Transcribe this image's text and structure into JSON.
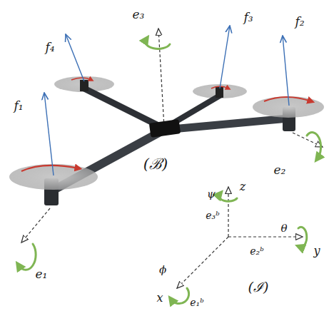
{
  "diagram": {
    "labels": [
      "e₃",
      "f₃",
      "f₄",
      "f₂",
      "f₁",
      "e₂",
      "(ℬ)",
      "e₁",
      "z",
      "ψ",
      "e₃ᵇ",
      "e₂ᵇ",
      "θ",
      "y",
      "ϕ",
      "x",
      "e₁ᵇ",
      "(ℐ)"
    ]
  }
}
